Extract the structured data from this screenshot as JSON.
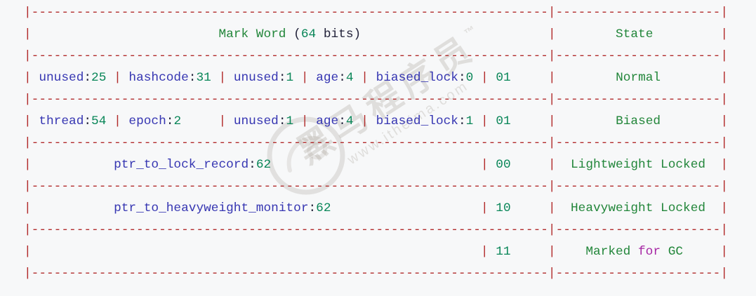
{
  "table": {
    "header": [
      "Mark Word (64 bits)",
      "State"
    ],
    "rows": [
      {
        "mark_word": "unused:25 | hashcode:31 | unused:1 | age:4 | biased_lock:0",
        "bits": "01",
        "state": "Normal"
      },
      {
        "mark_word": "thread:54 | epoch:2 | unused:1 | age:4 | biased_lock:1",
        "bits": "01",
        "state": "Biased"
      },
      {
        "mark_word": "ptr_to_lock_record:62",
        "bits": "00",
        "state": "Lightweight Locked"
      },
      {
        "mark_word": "ptr_to_heavyweight_monitor:62",
        "bits": "10",
        "state": "Heavyweight Locked"
      },
      {
        "mark_word": "",
        "bits": "11",
        "state": "Marked for GC"
      }
    ]
  },
  "watermark": {
    "brand": "黑马程序员",
    "tm": "™",
    "url": "www.itheima.com"
  },
  "code": {
    "colors": {
      "b": "#b22b2b",
      "g": "#22863a",
      "n": "#098658",
      "i": "#3636b2",
      "p": "#22223a",
      "k": "#a626a4"
    },
    "border_widths": [
      69,
      22
    ],
    "lines": [
      "border",
      [
        {
          "t": "|",
          "c": "b"
        },
        {
          "sp": 25
        },
        {
          "t": "Mark Word",
          "c": "g"
        },
        {
          "sp": 1
        },
        {
          "t": "(",
          "c": "p"
        },
        {
          "t": "64",
          "c": "n"
        },
        {
          "sp": 1
        },
        {
          "t": "bits",
          "c": "p"
        },
        {
          "t": ")",
          "c": "p"
        },
        {
          "sp": 25
        },
        {
          "t": "|",
          "c": "b"
        },
        {
          "sp": 8
        },
        {
          "t": "State",
          "c": "g"
        },
        {
          "sp": 9
        },
        {
          "t": "|",
          "c": "b"
        }
      ],
      "border",
      [
        {
          "t": "|",
          "c": "b"
        },
        {
          "sp": 1
        },
        {
          "t": "unused",
          "c": "i"
        },
        {
          "t": ":",
          "c": "p"
        },
        {
          "t": "25",
          "c": "n"
        },
        {
          "sp": 1
        },
        {
          "t": "|",
          "c": "b"
        },
        {
          "sp": 1
        },
        {
          "t": "hashcode",
          "c": "i"
        },
        {
          "t": ":",
          "c": "p"
        },
        {
          "t": "31",
          "c": "n"
        },
        {
          "sp": 1
        },
        {
          "t": "|",
          "c": "b"
        },
        {
          "sp": 1
        },
        {
          "t": "unused",
          "c": "i"
        },
        {
          "t": ":",
          "c": "p"
        },
        {
          "t": "1",
          "c": "n"
        },
        {
          "sp": 1
        },
        {
          "t": "|",
          "c": "b"
        },
        {
          "sp": 1
        },
        {
          "t": "age",
          "c": "i"
        },
        {
          "t": ":",
          "c": "p"
        },
        {
          "t": "4",
          "c": "n"
        },
        {
          "sp": 1
        },
        {
          "t": "|",
          "c": "b"
        },
        {
          "sp": 1
        },
        {
          "t": "biased_lock",
          "c": "i"
        },
        {
          "t": ":",
          "c": "p"
        },
        {
          "t": "0",
          "c": "n"
        },
        {
          "sp": 1
        },
        {
          "t": "|",
          "c": "b"
        },
        {
          "sp": 1
        },
        {
          "t": "01",
          "c": "n"
        },
        {
          "sp": 5
        },
        {
          "t": "|",
          "c": "b"
        },
        {
          "sp": 8
        },
        {
          "t": "Normal",
          "c": "g"
        },
        {
          "sp": 8
        },
        {
          "t": "|",
          "c": "b"
        }
      ],
      "border",
      [
        {
          "t": "|",
          "c": "b"
        },
        {
          "sp": 1
        },
        {
          "t": "thread",
          "c": "i"
        },
        {
          "t": ":",
          "c": "p"
        },
        {
          "t": "54",
          "c": "n"
        },
        {
          "sp": 1
        },
        {
          "t": "|",
          "c": "b"
        },
        {
          "sp": 1
        },
        {
          "t": "epoch",
          "c": "i"
        },
        {
          "t": ":",
          "c": "p"
        },
        {
          "t": "2",
          "c": "n"
        },
        {
          "sp": 5
        },
        {
          "t": "|",
          "c": "b"
        },
        {
          "sp": 1
        },
        {
          "t": "unused",
          "c": "i"
        },
        {
          "t": ":",
          "c": "p"
        },
        {
          "t": "1",
          "c": "n"
        },
        {
          "sp": 1
        },
        {
          "t": "|",
          "c": "b"
        },
        {
          "sp": 1
        },
        {
          "t": "age",
          "c": "i"
        },
        {
          "t": ":",
          "c": "p"
        },
        {
          "t": "4",
          "c": "n"
        },
        {
          "sp": 1
        },
        {
          "t": "|",
          "c": "b"
        },
        {
          "sp": 1
        },
        {
          "t": "biased_lock",
          "c": "i"
        },
        {
          "t": ":",
          "c": "p"
        },
        {
          "t": "1",
          "c": "n"
        },
        {
          "sp": 1
        },
        {
          "t": "|",
          "c": "b"
        },
        {
          "sp": 1
        },
        {
          "t": "01",
          "c": "n"
        },
        {
          "sp": 5
        },
        {
          "t": "|",
          "c": "b"
        },
        {
          "sp": 8
        },
        {
          "t": "Biased",
          "c": "g"
        },
        {
          "sp": 8
        },
        {
          "t": "|",
          "c": "b"
        }
      ],
      "border",
      [
        {
          "t": "|",
          "c": "b"
        },
        {
          "sp": 11
        },
        {
          "t": "ptr_to_lock_record",
          "c": "i"
        },
        {
          "t": ":",
          "c": "p"
        },
        {
          "t": "62",
          "c": "n"
        },
        {
          "sp": 28
        },
        {
          "t": "|",
          "c": "b"
        },
        {
          "sp": 1
        },
        {
          "t": "00",
          "c": "n"
        },
        {
          "sp": 5
        },
        {
          "t": "|",
          "c": "b"
        },
        {
          "sp": 2
        },
        {
          "t": "Lightweight Locked",
          "c": "g"
        },
        {
          "sp": 2
        },
        {
          "t": "|",
          "c": "b"
        }
      ],
      "border",
      [
        {
          "t": "|",
          "c": "b"
        },
        {
          "sp": 11
        },
        {
          "t": "ptr_to_heavyweight_monitor",
          "c": "i"
        },
        {
          "t": ":",
          "c": "p"
        },
        {
          "t": "62",
          "c": "n"
        },
        {
          "sp": 20
        },
        {
          "t": "|",
          "c": "b"
        },
        {
          "sp": 1
        },
        {
          "t": "10",
          "c": "n"
        },
        {
          "sp": 5
        },
        {
          "t": "|",
          "c": "b"
        },
        {
          "sp": 2
        },
        {
          "t": "Heavyweight Locked",
          "c": "g"
        },
        {
          "sp": 2
        },
        {
          "t": "|",
          "c": "b"
        }
      ],
      "border",
      [
        {
          "t": "|",
          "c": "b"
        },
        {
          "sp": 60
        },
        {
          "t": "|",
          "c": "b"
        },
        {
          "sp": 1
        },
        {
          "t": "11",
          "c": "n"
        },
        {
          "sp": 5
        },
        {
          "t": "|",
          "c": "b"
        },
        {
          "sp": 4
        },
        {
          "t": "Marked",
          "c": "g"
        },
        {
          "sp": 1
        },
        {
          "t": "for",
          "c": "k"
        },
        {
          "sp": 1
        },
        {
          "t": "GC",
          "c": "g"
        },
        {
          "sp": 5
        },
        {
          "t": "|",
          "c": "b"
        }
      ],
      "border"
    ]
  }
}
